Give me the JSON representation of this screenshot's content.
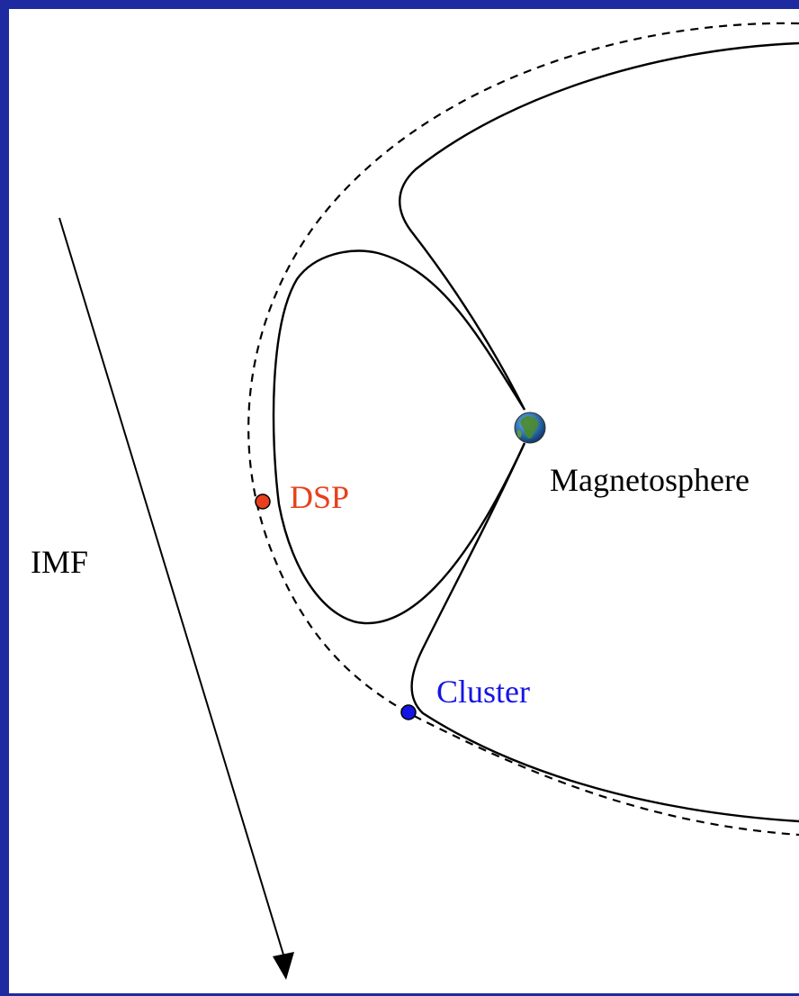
{
  "labels": {
    "imf": "IMF",
    "dsp": "DSP",
    "cluster": "Cluster",
    "magnetosphere": "Magnetosphere"
  },
  "colors": {
    "border": "#1e2ba0",
    "background": "#ffffff",
    "lines": "#000000",
    "dsp": "#e8401c",
    "cluster": "#1515e6",
    "earth_land": "#4a8a2c",
    "earth_ocean": "#2a6fb0"
  },
  "icons": {
    "earth": "earth-globe-icon",
    "dsp_marker": "dsp-spacecraft-dot",
    "cluster_marker": "cluster-spacecraft-dot"
  }
}
